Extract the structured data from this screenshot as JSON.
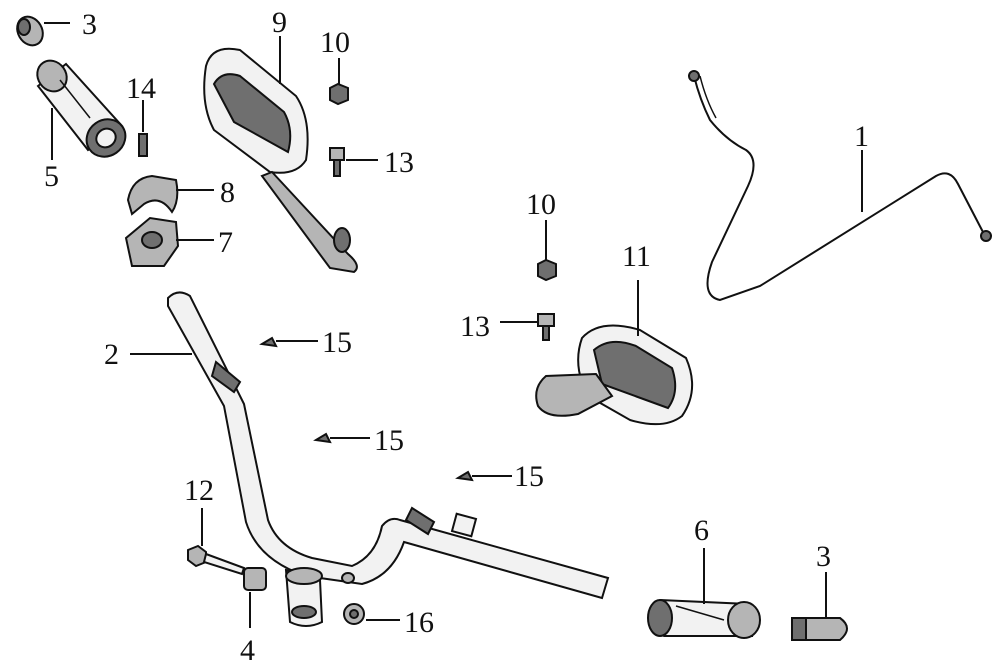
{
  "diagram": {
    "callouts": {
      "c1": "1",
      "c2": "2",
      "c3a": "3",
      "c3b": "3",
      "c4": "4",
      "c5": "5",
      "c6": "6",
      "c7": "7",
      "c8": "8",
      "c9": "9",
      "c10a": "10",
      "c10b": "10",
      "c11": "11",
      "c12": "12",
      "c13a": "13",
      "c13b": "13",
      "c14": "14",
      "c15a": "15",
      "c15b": "15",
      "c15c": "15",
      "c16": "16"
    }
  }
}
